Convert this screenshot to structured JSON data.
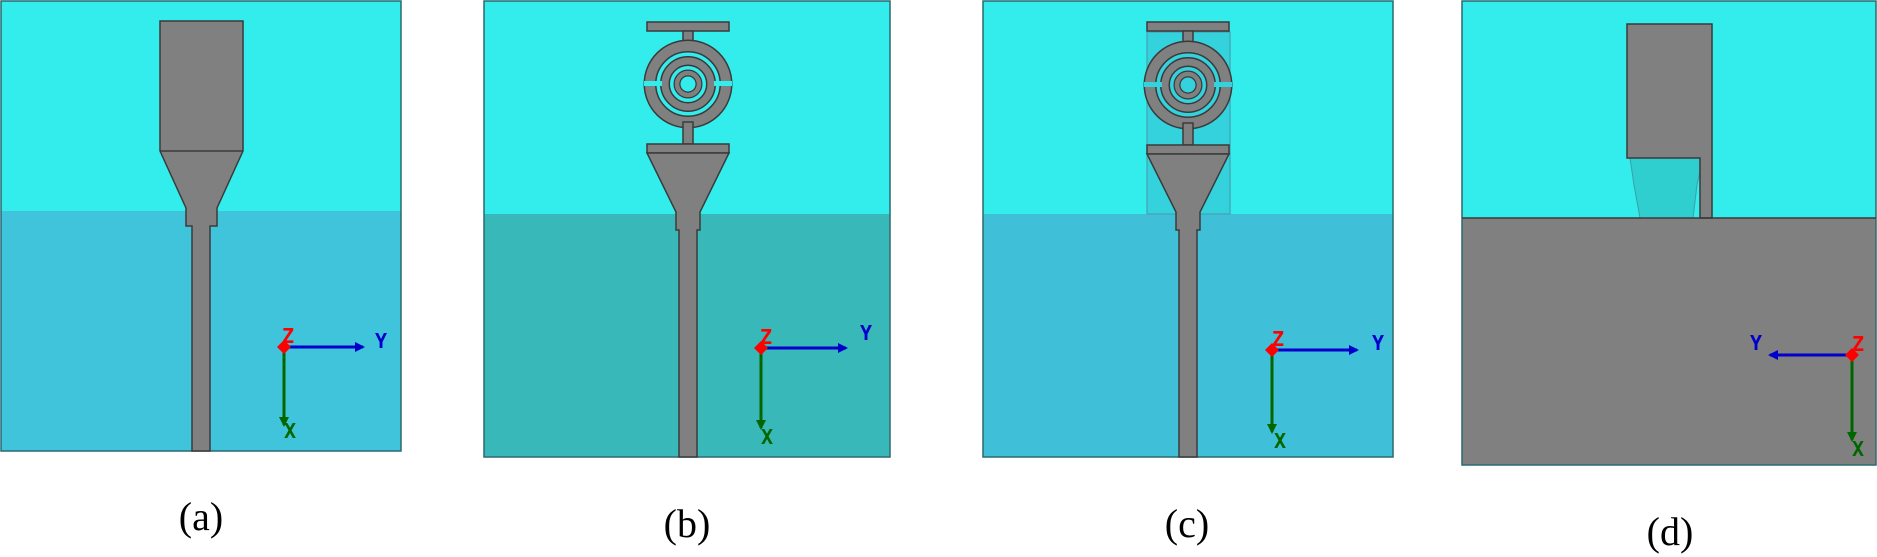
{
  "colors": {
    "upper_substrate": "#33eded",
    "lower_substrate_a": "#40c4dc",
    "lower_substrate_b": "#38b8b8",
    "lower_substrate_c": "#40c0d8",
    "metal": "#808080",
    "metal_edge": "#3a3a3a",
    "panel_border": "#2a6a70",
    "slot_fill": "#33cfd8",
    "axis_z": "#ff0000",
    "axis_y": "#0000cc",
    "axis_x": "#006600"
  },
  "panels": [
    {
      "id": "a",
      "caption": "(a)",
      "axes": {
        "z": "Z",
        "y": "Y",
        "x": "X"
      }
    },
    {
      "id": "b",
      "caption": "(b)",
      "axes": {
        "z": "Z",
        "y": "Y",
        "x": "X"
      }
    },
    {
      "id": "c",
      "caption": "(c)",
      "axes": {
        "z": "Z",
        "y": "Y",
        "x": "X"
      }
    },
    {
      "id": "d",
      "caption": "(d)",
      "axes": {
        "z": "Z",
        "y": "Y",
        "x": "X"
      }
    }
  ]
}
